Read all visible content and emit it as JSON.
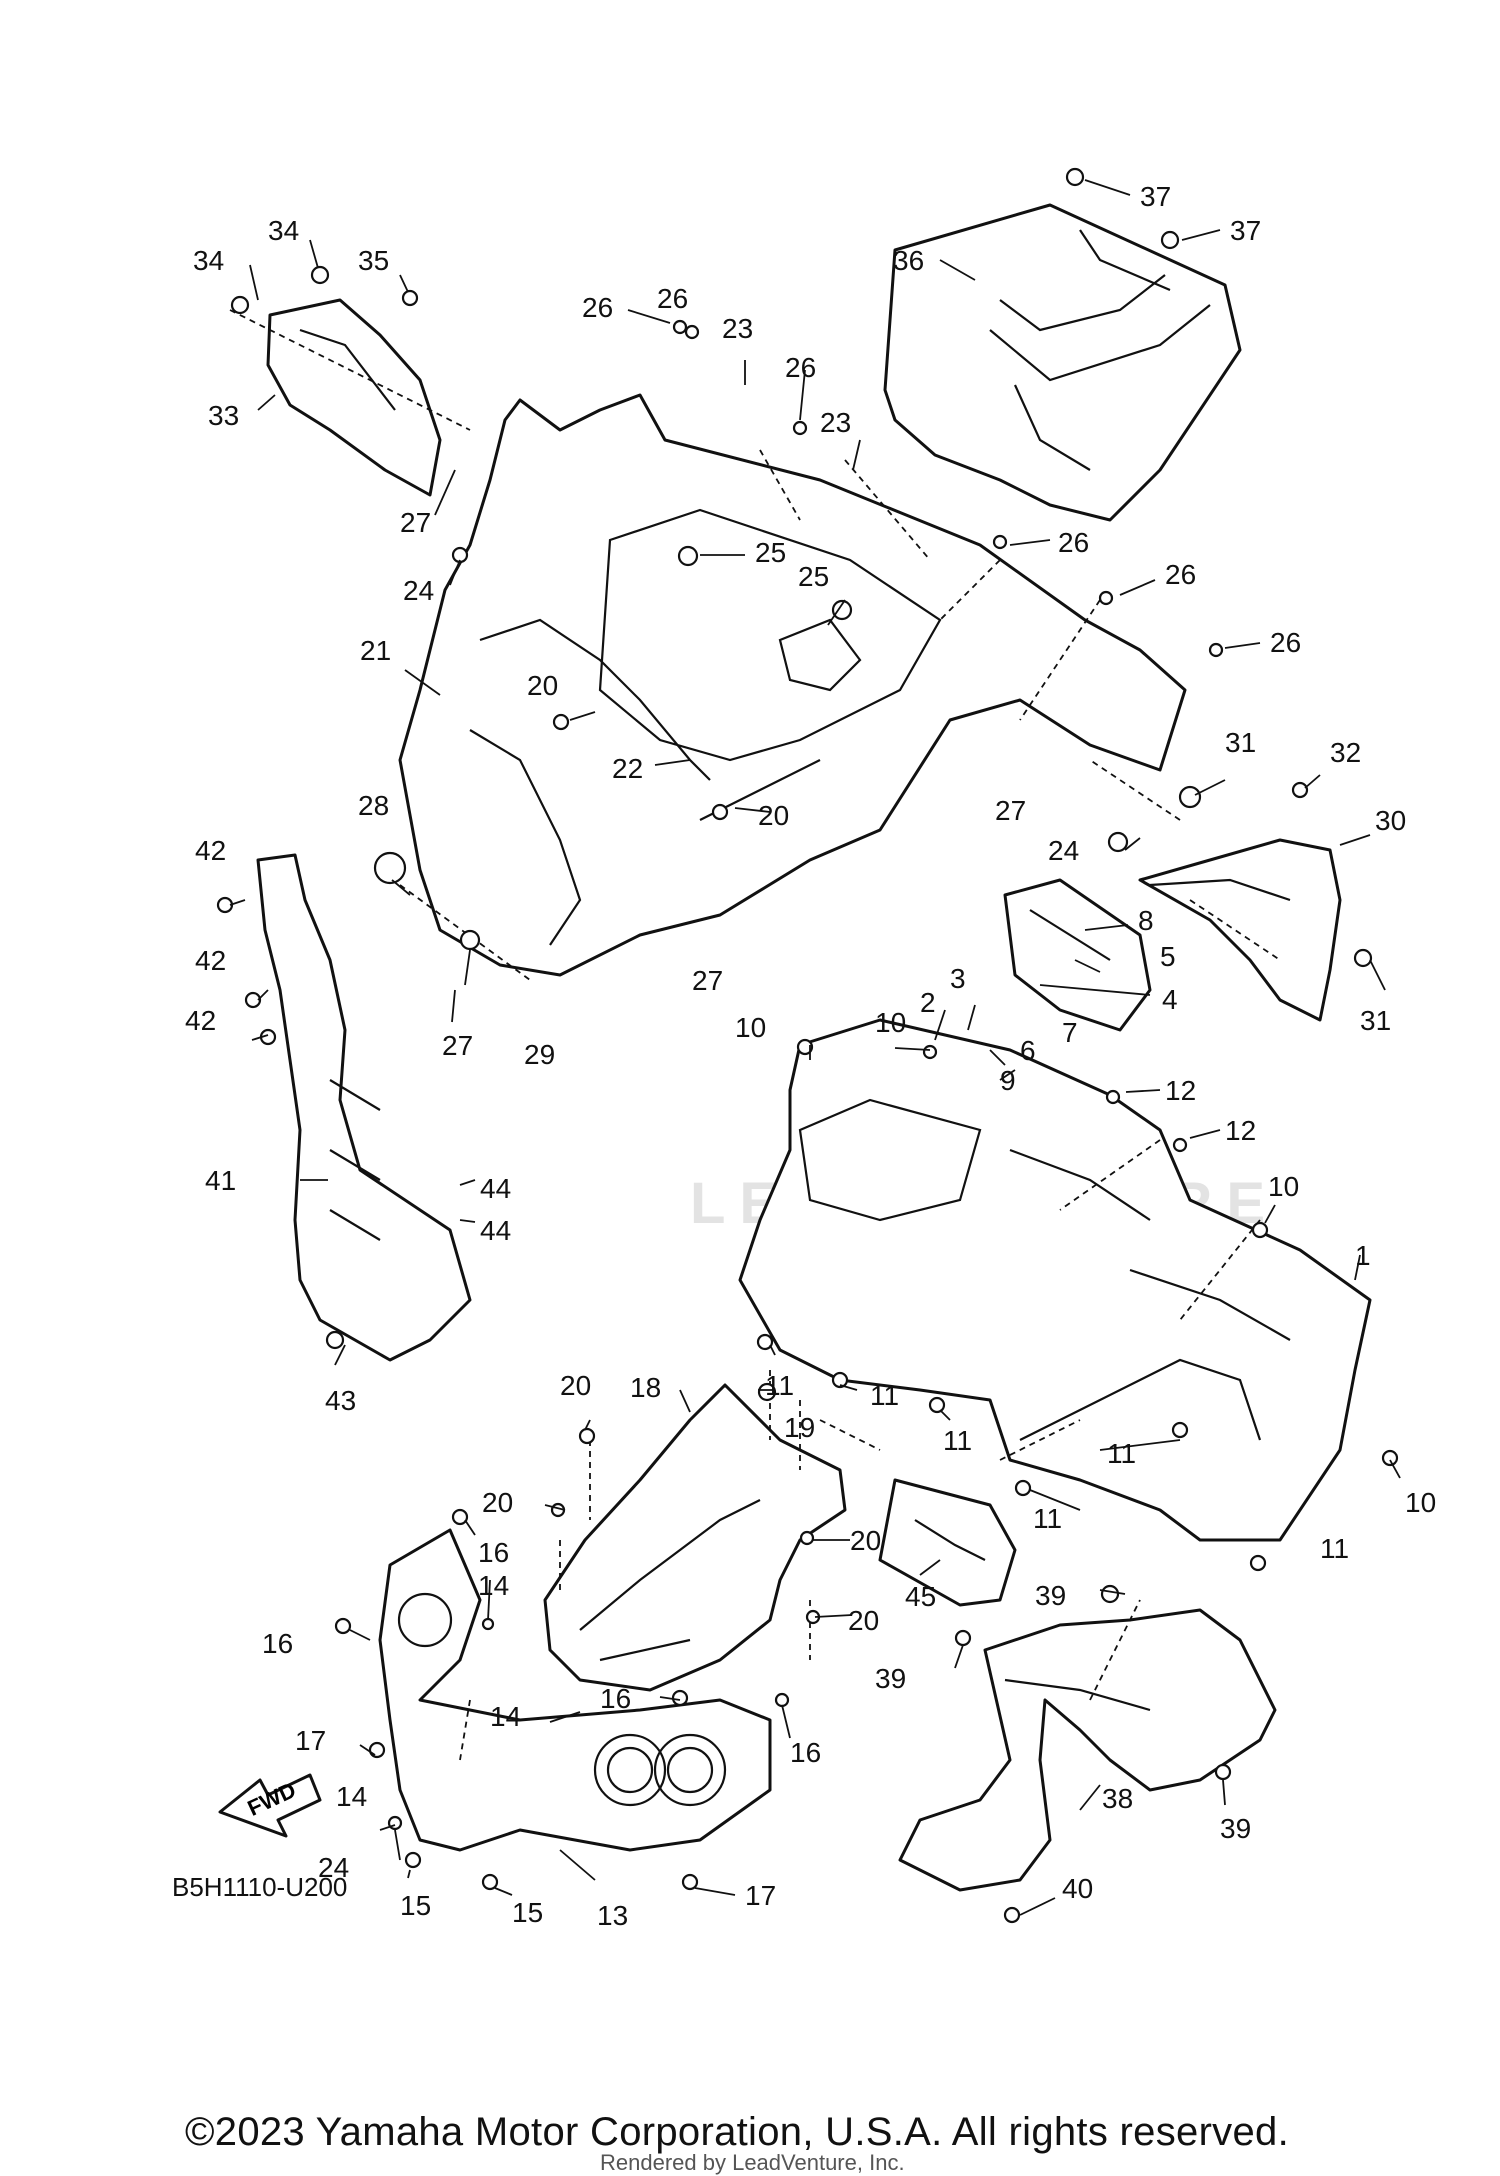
{
  "diagram": {
    "reference_code": "B5H1110-U200",
    "copyright": "©2023 Yamaha Motor Corporation, U.S.A. All rights reserved.",
    "rendered_by": "Rendered by LeadVenture, Inc.",
    "watermark": "LEADVENTURE",
    "direction_arrow": "FWD"
  },
  "callouts": [
    {
      "id": "c37a",
      "label": "37"
    },
    {
      "id": "c37b",
      "label": "37"
    },
    {
      "id": "c36",
      "label": "36"
    },
    {
      "id": "c34a",
      "label": "34"
    },
    {
      "id": "c34b",
      "label": "34"
    },
    {
      "id": "c35",
      "label": "35"
    },
    {
      "id": "c33",
      "label": "33"
    },
    {
      "id": "c27a",
      "label": "27"
    },
    {
      "id": "c24a",
      "label": "24"
    },
    {
      "id": "c26a",
      "label": "26"
    },
    {
      "id": "c26b",
      "label": "26"
    },
    {
      "id": "c23a",
      "label": "23"
    },
    {
      "id": "c26c",
      "label": "26"
    },
    {
      "id": "c23b",
      "label": "23"
    },
    {
      "id": "c25a",
      "label": "25"
    },
    {
      "id": "c25b",
      "label": "25"
    },
    {
      "id": "c26d",
      "label": "26"
    },
    {
      "id": "c26e",
      "label": "26"
    },
    {
      "id": "c26f",
      "label": "26"
    },
    {
      "id": "c21",
      "label": "21"
    },
    {
      "id": "c20a",
      "label": "20"
    },
    {
      "id": "c22",
      "label": "22"
    },
    {
      "id": "c20b",
      "label": "20"
    },
    {
      "id": "c27b",
      "label": "27"
    },
    {
      "id": "c24b",
      "label": "24"
    },
    {
      "id": "c31a",
      "label": "31"
    },
    {
      "id": "c32",
      "label": "32"
    },
    {
      "id": "c30",
      "label": "30"
    },
    {
      "id": "c31b",
      "label": "31"
    },
    {
      "id": "c28",
      "label": "28"
    },
    {
      "id": "c42a",
      "label": "42"
    },
    {
      "id": "c42b",
      "label": "42"
    },
    {
      "id": "c42c",
      "label": "42"
    },
    {
      "id": "c27c",
      "label": "27"
    },
    {
      "id": "c29",
      "label": "29"
    },
    {
      "id": "c27d",
      "label": "27"
    },
    {
      "id": "c8",
      "label": "8"
    },
    {
      "id": "c5",
      "label": "5"
    },
    {
      "id": "c4",
      "label": "4"
    },
    {
      "id": "c3",
      "label": "3"
    },
    {
      "id": "c2",
      "label": "2"
    },
    {
      "id": "c10a",
      "label": "10"
    },
    {
      "id": "c10b",
      "label": "10"
    },
    {
      "id": "c6",
      "label": "6"
    },
    {
      "id": "c7",
      "label": "7"
    },
    {
      "id": "c9",
      "label": "9"
    },
    {
      "id": "c12a",
      "label": "12"
    },
    {
      "id": "c12b",
      "label": "12"
    },
    {
      "id": "c10c",
      "label": "10"
    },
    {
      "id": "c41",
      "label": "41"
    },
    {
      "id": "c44a",
      "label": "44"
    },
    {
      "id": "c44b",
      "label": "44"
    },
    {
      "id": "c1",
      "label": "1"
    },
    {
      "id": "c43",
      "label": "43"
    },
    {
      "id": "c11a",
      "label": "11"
    },
    {
      "id": "c11b",
      "label": "11"
    },
    {
      "id": "c11c",
      "label": "11"
    },
    {
      "id": "c20c",
      "label": "20"
    },
    {
      "id": "c18",
      "label": "18"
    },
    {
      "id": "c19",
      "label": "19"
    },
    {
      "id": "c11d",
      "label": "11"
    },
    {
      "id": "c10d",
      "label": "10"
    },
    {
      "id": "c20d",
      "label": "20"
    },
    {
      "id": "c16a",
      "label": "16"
    },
    {
      "id": "c11e",
      "label": "11"
    },
    {
      "id": "c20e",
      "label": "20"
    },
    {
      "id": "c14a",
      "label": "14"
    },
    {
      "id": "c11f",
      "label": "11"
    },
    {
      "id": "c45",
      "label": "45"
    },
    {
      "id": "c39a",
      "label": "39"
    },
    {
      "id": "c20f",
      "label": "20"
    },
    {
      "id": "c16b",
      "label": "16"
    },
    {
      "id": "c39b",
      "label": "39"
    },
    {
      "id": "c16c",
      "label": "16"
    },
    {
      "id": "c14b",
      "label": "14"
    },
    {
      "id": "c16d",
      "label": "16"
    },
    {
      "id": "c17a",
      "label": "17"
    },
    {
      "id": "c14c",
      "label": "14"
    },
    {
      "id": "c38",
      "label": "38"
    },
    {
      "id": "c39c",
      "label": "39"
    },
    {
      "id": "c24c",
      "label": "24"
    },
    {
      "id": "c15a",
      "label": "15"
    },
    {
      "id": "c15b",
      "label": "15"
    },
    {
      "id": "c13",
      "label": "13"
    },
    {
      "id": "c17b",
      "label": "17"
    },
    {
      "id": "c40",
      "label": "40"
    }
  ]
}
